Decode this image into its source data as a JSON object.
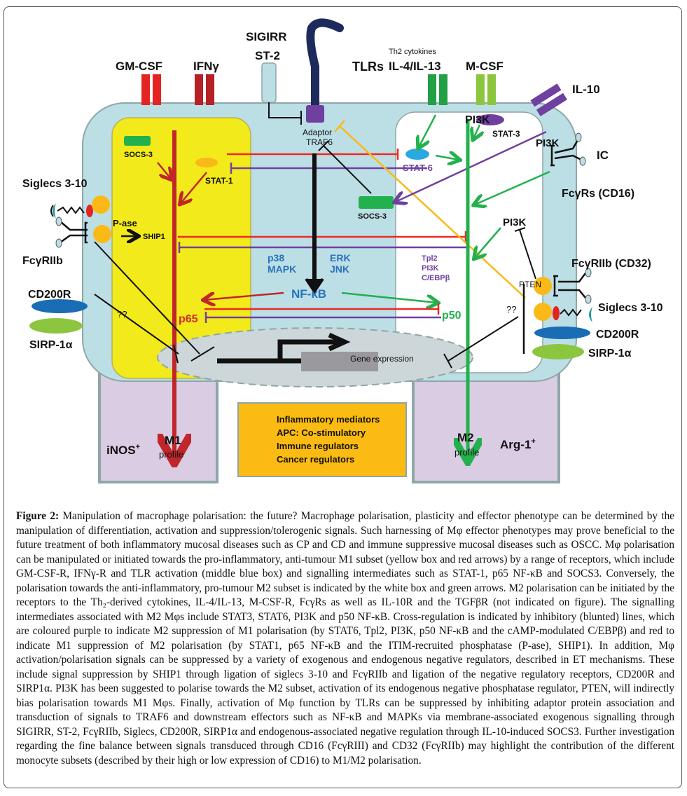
{
  "figure": {
    "receptors_top": {
      "gm_csf": "GM-CSF",
      "ifn_gamma": "IFNγ",
      "sigirr": "SIGIRR",
      "st2": "ST-2",
      "tlrs": "TLRs",
      "th2_note": "Th2 cytokines",
      "il4_il13": "IL-4/IL-13",
      "m_csf": "M-CSF",
      "il10": "IL-10"
    },
    "m1_box": {
      "socs3": "SOCS-3",
      "stat1": "STAT-1",
      "pase": "P-ase",
      "ship1": "SHIP1",
      "p65": "p65"
    },
    "middle_box": {
      "adaptor": "Adaptor",
      "traf6": "TRAF6",
      "socs3": "SOCS-3",
      "p38": "p38",
      "mapk": "MAPK",
      "erk": "ERK",
      "jnk": "JNK",
      "nfkb": "NF-κB",
      "gene_expression": "Gene expression"
    },
    "m2_box": {
      "pi3k_top": "PI3K",
      "stat3": "STAT-3",
      "stat6": "STAT-6",
      "pi3k_mid": "PI3K",
      "pten": "PTEN",
      "tpl2": "Tpl2",
      "pi3k_list": "PI3K",
      "cebpb": "C/EBPβ",
      "p50": "p50",
      "unknown": "??"
    },
    "left_receptors": {
      "siglecs": "Siglecs 3-10",
      "fcgriib": "FcγRIIb",
      "cd200r": "CD200R",
      "sirp": "SIRP-1α",
      "unknown": "??"
    },
    "right_receptors": {
      "pi3k": "PI3K",
      "ic": "IC",
      "fcgrs": "FcγRs (CD16)",
      "fcgriib": "FcγRIIb (CD32)",
      "siglecs": "Siglecs 3-10",
      "cd200r": "CD200R",
      "sirp": "SIRP-1α"
    },
    "outputs": {
      "inos": "iNOS",
      "inos_sup": "+",
      "m1": "M1",
      "m1_profile": "profile",
      "effects": [
        "Inflammatory mediators",
        "APC: Co-stimulatory",
        "Immune regulators",
        "Cancer regulators"
      ],
      "m2": "M2",
      "m2_profile": "profile",
      "arg1": "Arg-1",
      "arg1_sup": "+"
    },
    "colors": {
      "cell": "#bcdfe6",
      "m1_yellow": "#f2ea1a",
      "output_lilac": "#d9cce3",
      "effects_orange": "#fbbb12",
      "m1_red": "#c0262a",
      "inhibit_red": "#ee2a24",
      "m2_green": "#22b14c",
      "suppress_purple": "#7040a0",
      "orange_line": "#fbb917",
      "blue_text": "#2a72bb"
    }
  },
  "caption": {
    "label": "Figure 2:",
    "text": " Manipulation of macrophage polarisation: the future? Macrophage polarisation, plasticity and effector phenotype can be determined by the manipulation of differentiation, activation and suppression/tolerogenic signals. Such harnessing of Mφ effector phenotypes may prove beneficial to the future treatment of both inflammatory mucosal diseases such as CP and CD and immune suppressive mucosal diseases such as OSCC. Mφ polarisation can be manipulated or initiated towards the pro-inflammatory, anti-tumour M1 subset (yellow box and red arrows) by a range of receptors, which include GM-CSF-R, IFNγ-R and TLR activation (middle blue box) and signalling intermediates such as STAT-1, p65 NF-κB and SOCS3. Conversely, the polarisation towards the anti-inflammatory, pro-tumour M2 subset is indicated by the white box and green arrows. M2 polarisation can be initiated by the receptors to the Th₂-derived cytokines, IL-4/IL-13, M-CSF-R, FcγRs as well as IL-10R and the TGFβR (not indicated on figure). The signalling intermediates associated with M2 Mφs include STAT3, STAT6, PI3K and p50 NF-κB. Cross-regulation is indicated by inhibitory (blunted) lines, which are coloured purple to indicate M2 suppression of M1 polarisation (by STAT6, Tpl2, PI3K, p50 NF-κB and the cAMP-modulated C/EBPβ) and red to indicate M1 suppression of M2 polarisation (by STAT1, p65 NF-κB and the ITIM-recruited phosphatase (P-ase), SHIP1). In addition, Mφ activation/polarisation signals can be suppressed by a variety of exogenous and endogenous negative regulators, described in ET mechanisms. These include signal suppression by SHIP1 through ligation of siglecs 3-10 and FcγRIIb and ligation of the negative regulatory receptors, CD200R and SIRP1α. PI3K has been suggested to polarise towards the M2 subset, activation of its endogenous negative phosphatase regulator, PTEN, will indirectly bias polarisation towards M1 Mφs. Finally, activation of Mφ function by TLRs can be suppressed by inhibiting adaptor protein association and transduction of signals to TRAF6 and downstream effectors such as NF-κB and MAPKs via membrane-associated exogenous signalling through SIGIRR, ST-2, FcγRIIb, Siglecs, CD200R, SIRP1α and endogenous-associated negative regulation through IL-10-induced SOCS3. Further investigation regarding the fine balance between signals transduced through CD16 (FcγRIII) and CD32 (FcγRIIb) may highlight the contribution of the different monocyte subsets (described by their high or low expression of CD16) to M1/M2 polarisation."
  }
}
